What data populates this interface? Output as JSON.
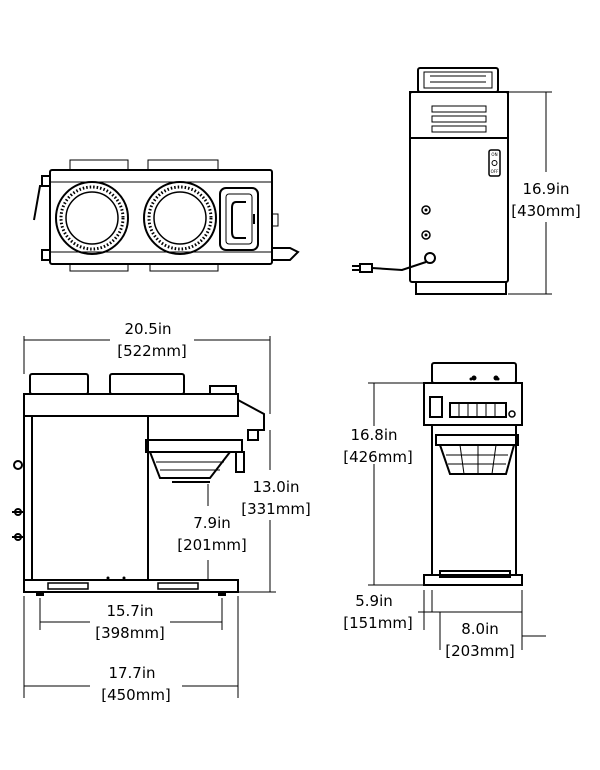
{
  "dimensions": {
    "top_height": {
      "value": "16.9in",
      "metric": "[430mm]"
    },
    "side_width": {
      "value": "20.5in",
      "metric": "[522mm]"
    },
    "spout_height": {
      "value": "13.0in",
      "metric": "[331mm]"
    },
    "funnel_clearance": {
      "value": "7.9in",
      "metric": "[201mm]"
    },
    "base_depth": {
      "value": "15.7in",
      "metric": "[398mm]"
    },
    "overall_depth": {
      "value": "17.7in",
      "metric": "[450mm]"
    },
    "front_height": {
      "value": "16.8in",
      "metric": "[426mm]"
    },
    "warmer_width": {
      "value": "5.9in",
      "metric": "[151mm]"
    },
    "front_width": {
      "value": "8.0in",
      "metric": "[203mm]"
    }
  },
  "switch": {
    "on": "ON",
    "off": "OFF"
  }
}
